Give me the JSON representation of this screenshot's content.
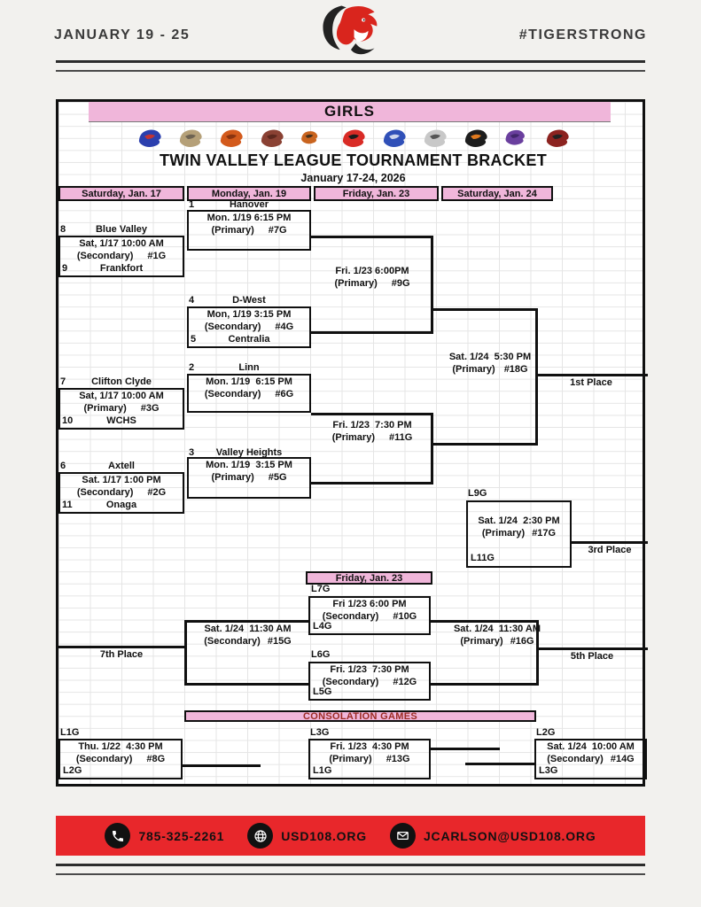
{
  "header": {
    "date_range": "JANUARY 19 - 25",
    "hashtag": "#TIGERSTRONG"
  },
  "bracket": {
    "division": "GIRLS",
    "title": "TWIN VALLEY LEAGUE TOURNAMENT BRACKET",
    "dates": "January 17-24, 2026",
    "columns": [
      "Saturday, Jan. 17",
      "Monday, Jan. 19",
      "Friday, Jan. 23",
      "Saturday, Jan. 24"
    ],
    "friday_banner": "Friday, Jan. 23",
    "consolation_banner": "CONSOLATION GAMES",
    "places": {
      "first": "1st Place",
      "third": "3rd Place",
      "fifth": "5th Place",
      "seventh": "7th Place"
    },
    "seeds": {
      "s1": {
        "n": "1",
        "name": "Hanover"
      },
      "s2": {
        "n": "2",
        "name": "Linn"
      },
      "s3": {
        "n": "3",
        "name": "Valley Heights"
      },
      "s4": {
        "n": "4",
        "name": "D-West"
      },
      "s5": {
        "n": "5",
        "name": "Centralia"
      },
      "s6": {
        "n": "6",
        "name": "Axtell"
      },
      "s7": {
        "n": "7",
        "name": "Clifton Clyde"
      },
      "s8": {
        "n": "8",
        "name": "Blue Valley"
      },
      "s9": {
        "n": "9",
        "name": "Frankfort"
      },
      "s10": {
        "n": "10",
        "name": "WCHS"
      },
      "s11": {
        "n": "11",
        "name": "Onaga"
      }
    },
    "games": {
      "g1": {
        "dt": "Sat, 1/17 10:00 AM",
        "venue": "(Secondary)",
        "num": "#1G"
      },
      "g2": {
        "dt": "Sat. 1/17 1:00 PM",
        "venue": "(Secondary)",
        "num": "#2G"
      },
      "g3": {
        "dt": "Sat, 1/17 10:00 AM",
        "venue": "(Primary)",
        "num": "#3G"
      },
      "g4": {
        "dt": "Mon, 1/19 3:15 PM",
        "venue": "(Secondary)",
        "num": "#4G"
      },
      "g5": {
        "dt": "Mon. 1/19  3:15 PM",
        "venue": "(Primary)",
        "num": "#5G"
      },
      "g6": {
        "dt": "Mon. 1/19  6:15 PM",
        "venue": "(Secondary)",
        "num": "#6G"
      },
      "g7": {
        "dt": "Mon. 1/19 6:15 PM",
        "venue": "(Primary)",
        "num": "#7G"
      },
      "g8": {
        "dt": "Thu. 1/22  4:30 PM",
        "venue": "(Secondary)",
        "num": "#8G"
      },
      "g9": {
        "dt": "Fri. 1/23 6:00PM",
        "venue": "(Primary)",
        "num": "#9G"
      },
      "g10": {
        "dt": "Fri 1/23 6:00 PM",
        "venue": "(Secondary)",
        "num": "#10G"
      },
      "g11": {
        "dt": "Fri. 1/23  7:30 PM",
        "venue": "(Primary)",
        "num": "#11G"
      },
      "g12": {
        "dt": "Fri. 1/23  7:30 PM",
        "venue": "(Secondary)",
        "num": "#12G"
      },
      "g13": {
        "dt": "Fri. 1/23  4:30 PM",
        "venue": "(Primary)",
        "num": "#13G"
      },
      "g14": {
        "dt": "Sat. 1/24  10:00 AM",
        "venue": "(Secondary)",
        "num": "#14G"
      },
      "g15": {
        "dt": "Sat. 1/24  11:30 AM",
        "venue": "(Secondary)",
        "num": "#15G"
      },
      "g16": {
        "dt": "Sat. 1/24  11:30 AM",
        "venue": "(Primary)",
        "num": "#16G"
      },
      "g17": {
        "dt": "Sat. 1/24  2:30 PM",
        "venue": "(Primary)",
        "num": "#17G"
      },
      "g18": {
        "dt": "Sat. 1/24  5:30 PM",
        "venue": "(Primary)",
        "num": "#18G"
      }
    },
    "feeders": {
      "g17_top": "L9G",
      "g17_bot": "L11G",
      "g10_top": "L7G",
      "g10_bot": "L4G",
      "g12_top": "L6G",
      "g12_bot": "L5G",
      "g8_top": "L1G",
      "g8_bot": "L2G",
      "g13_top": "L3G",
      "g13_bot": "L1G",
      "g14_top": "L2G",
      "g14_bot": "L3G"
    }
  },
  "logos": [
    {
      "name": "mascot-eagle-blue-red",
      "c1": "#2b3fae",
      "c2": "#c23333"
    },
    {
      "name": "mascot-ram-tan",
      "c1": "#b5a078",
      "c2": "#6e6352"
    },
    {
      "name": "mascot-mustang-orange",
      "c1": "#d35a1c",
      "c2": "#8a3410"
    },
    {
      "name": "mascot-eagle-maroon",
      "c1": "#8a4133",
      "c2": "#5c281e"
    },
    {
      "name": "mascot-warrior-orange",
      "c1": "#c9641f",
      "c2": "#45301c"
    },
    {
      "name": "mascot-falcon-red-black",
      "c1": "#d92b26",
      "c2": "#1c1c1c"
    },
    {
      "name": "mascot-ram-royal-blue",
      "c1": "#3050b8",
      "c2": "#cdd5ec"
    },
    {
      "name": "mascot-bulldog-gray",
      "c1": "#c8c8c8",
      "c2": "#555555"
    },
    {
      "name": "mascot-buffalo-black",
      "c1": "#1d1d1d",
      "c2": "#e07a1f"
    },
    {
      "name": "mascot-vh-purple",
      "c1": "#6a3f9e",
      "c2": "#41266b"
    },
    {
      "name": "mascot-tiger-maroon",
      "c1": "#8c2320",
      "c2": "#222222"
    }
  ],
  "footer": {
    "phone": "785-325-2261",
    "website": "USD108.ORG",
    "email": "JCARLSON@USD108.ORG"
  },
  "colors": {
    "pink": "#f0b6da",
    "red": "#e8272b",
    "line": "#101010"
  }
}
